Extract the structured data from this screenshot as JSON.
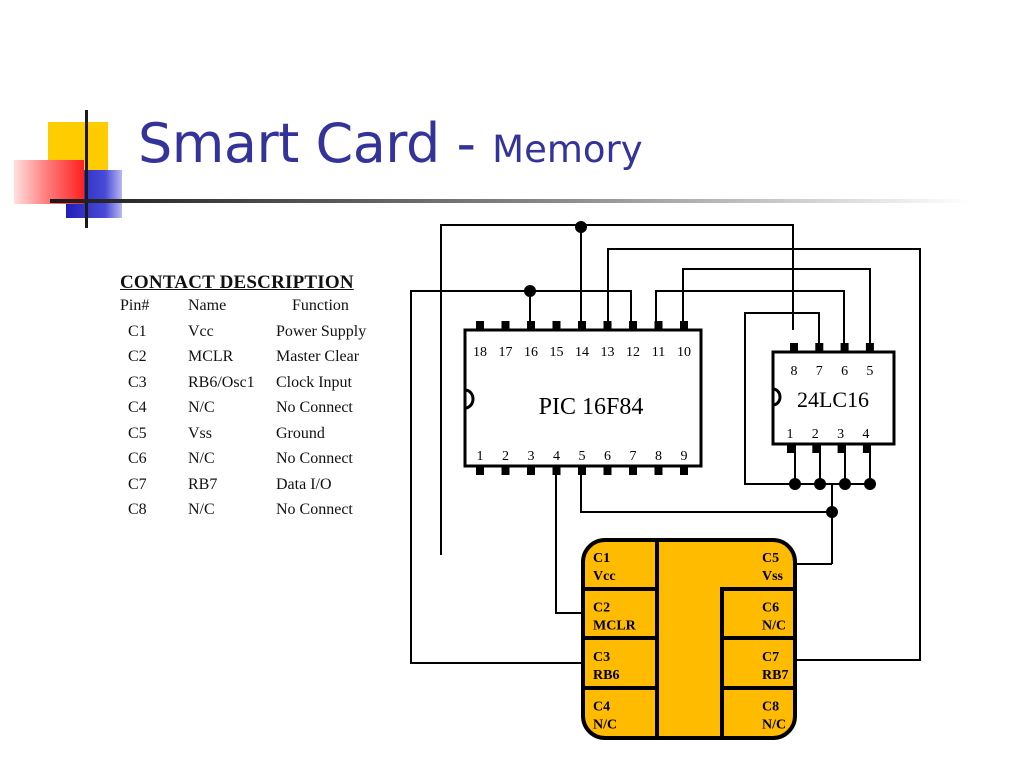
{
  "title": {
    "main": "Smart Card - ",
    "sub": "Memory"
  },
  "contact_table": {
    "title": "CONTACT DESCRIPTION",
    "headers": [
      "Pin#",
      "Name",
      "Function"
    ],
    "rows": [
      [
        "C1",
        "Vcc",
        "Power Supply"
      ],
      [
        "C2",
        "MCLR",
        "Master Clear"
      ],
      [
        "C3",
        "RB6/Osc1",
        "Clock Input"
      ],
      [
        "C4",
        "N/C",
        "No Connect"
      ],
      [
        "C5",
        "Vss",
        "Ground"
      ],
      [
        "C6",
        "N/C",
        "No Connect"
      ],
      [
        "C7",
        "RB7",
        "Data I/O"
      ],
      [
        "C8",
        "N/C",
        "No Connect"
      ]
    ]
  },
  "pic": {
    "label": "PIC 16F84",
    "top_pins": [
      "18",
      "17",
      "16",
      "15",
      "14",
      "13",
      "12",
      "11",
      "10"
    ],
    "bottom_pins": [
      "1",
      "2",
      "3",
      "4",
      "5",
      "6",
      "7",
      "8",
      "9"
    ]
  },
  "eeprom": {
    "label": "24LC16",
    "top_pins": [
      "8",
      "7",
      "6",
      "5"
    ],
    "bottom_pins": [
      "1",
      "2",
      "3",
      "4"
    ]
  },
  "card": {
    "colors": {
      "fill": "#ffbb00",
      "stroke": "#000000"
    },
    "contacts": [
      {
        "id": "C1",
        "name": "Vcc"
      },
      {
        "id": "C2",
        "name": "MCLR"
      },
      {
        "id": "C3",
        "name": "RB6"
      },
      {
        "id": "C4",
        "name": "N/C"
      },
      {
        "id": "C5",
        "name": "Vss"
      },
      {
        "id": "C6",
        "name": "N/C"
      },
      {
        "id": "C7",
        "name": "RB7"
      },
      {
        "id": "C8",
        "name": "N/C"
      }
    ]
  },
  "colors": {
    "title": "#33339a",
    "decor_yellow": "#ffcc00",
    "decor_blue": "#3333cc",
    "decor_red": "#ff3333"
  }
}
